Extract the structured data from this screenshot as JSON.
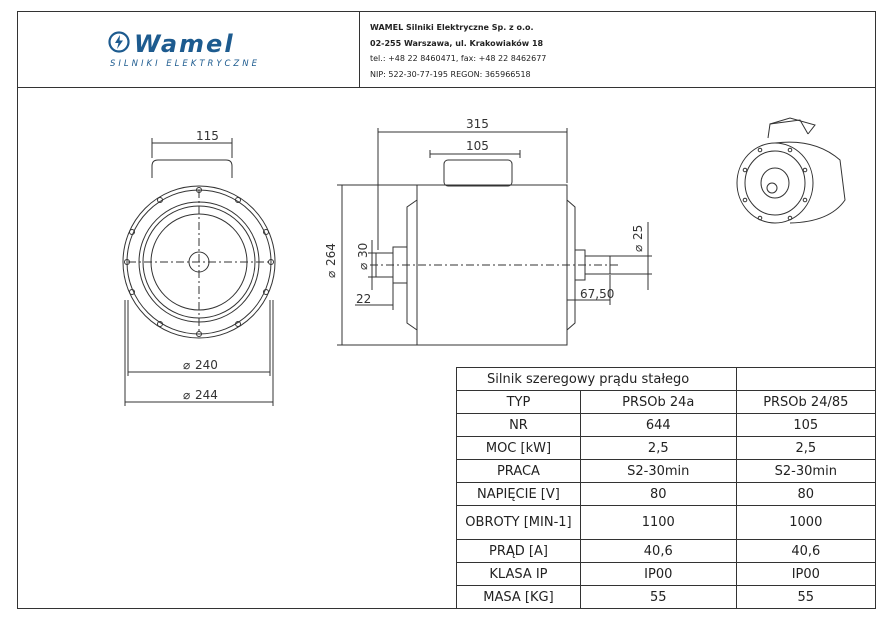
{
  "header": {
    "logo_word": "Wamel",
    "logo_sub": "SILNIKI ELEKTRYCZNE",
    "company_name": "WAMEL Silniki Elektryczne Sp. z o.o.",
    "company_address": "02-255 Warszawa, ul. Krakowiaków 18",
    "company_phone": "tel.: +48 22 8460471, fax: +48 22 8462677",
    "company_ids": "NIP: 522-30-77-195 REGON: 365966518"
  },
  "dimensions": {
    "front_width": "115",
    "front_d240": "240",
    "front_d244": "244",
    "side_length": "315",
    "side_box": "105",
    "side_d264": "264",
    "side_d30": "30",
    "side_22": "22",
    "side_d25": "25",
    "side_shaft": "67,50"
  },
  "spec_table": {
    "title": "Silnik szeregowy prądu stałego",
    "rows": [
      {
        "label": "TYP",
        "a": "PRSOb 24a",
        "b": "PRSOb 24/85"
      },
      {
        "label": "NR",
        "a": "644",
        "b": "105"
      },
      {
        "label": "MOC [kW]",
        "a": "2,5",
        "b": "2,5"
      },
      {
        "label": "PRACA",
        "a": "S2-30min",
        "b": "S2-30min"
      },
      {
        "label": "NAPIĘCIE [V]",
        "a": "80",
        "b": "80"
      },
      {
        "label": "OBROTY [MIN-1]",
        "a": "1100",
        "b": "1000"
      },
      {
        "label": "PRĄD [A]",
        "a": "40,6",
        "b": "40,6"
      },
      {
        "label": "KLASA IP",
        "a": "IP00",
        "b": "IP00"
      },
      {
        "label": "MASA [KG]",
        "a": "55",
        "b": "55"
      }
    ]
  },
  "colors": {
    "brand": "#1d5b8f",
    "line": "#333333"
  }
}
